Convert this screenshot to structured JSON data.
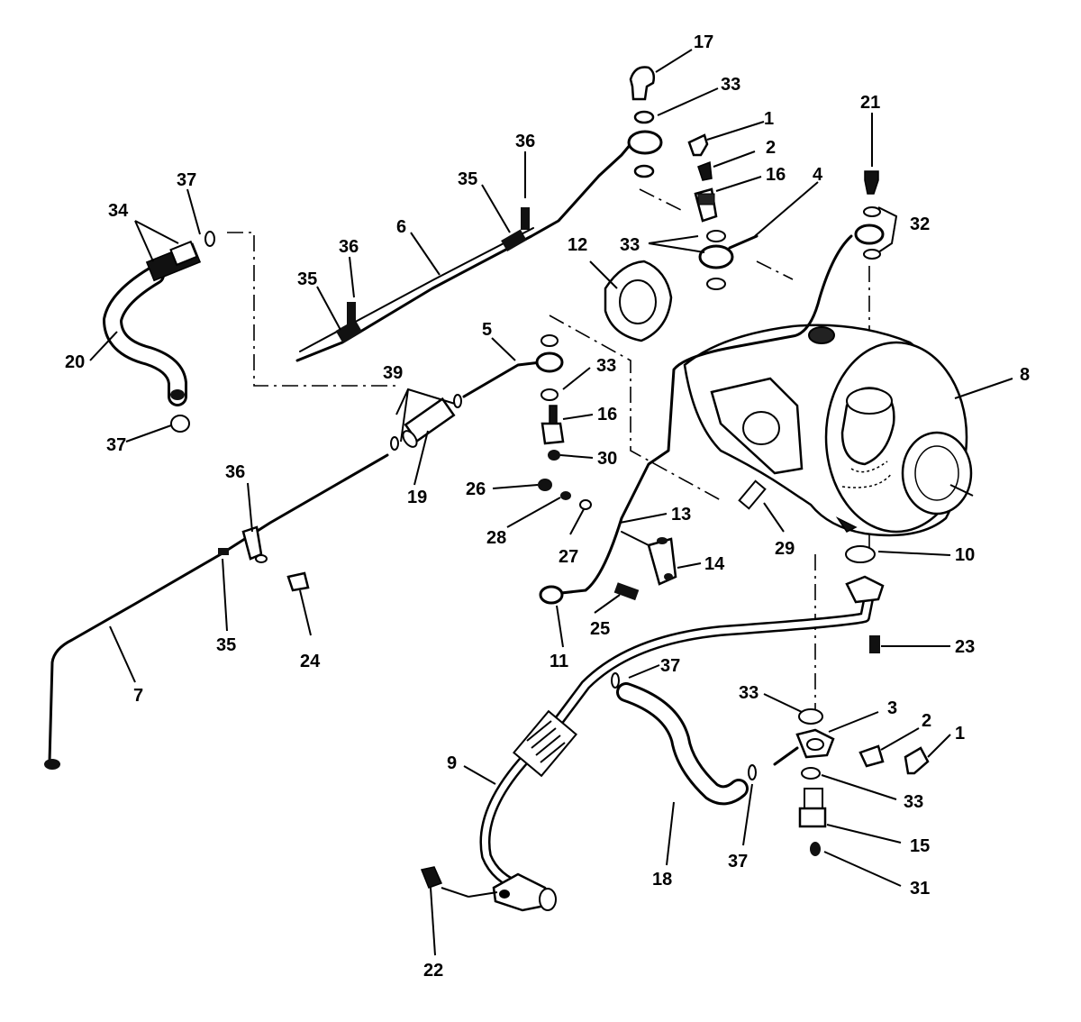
{
  "callouts": [
    {
      "id": "c17",
      "text": "17"
    },
    {
      "id": "c33a",
      "text": "33"
    },
    {
      "id": "c1a",
      "text": "1"
    },
    {
      "id": "c36a",
      "text": "36"
    },
    {
      "id": "c2a",
      "text": "2"
    },
    {
      "id": "c16a",
      "text": "16"
    },
    {
      "id": "c37a",
      "text": "37"
    },
    {
      "id": "c34",
      "text": "34"
    },
    {
      "id": "c35a",
      "text": "35"
    },
    {
      "id": "c4",
      "text": "4"
    },
    {
      "id": "c21",
      "text": "21"
    },
    {
      "id": "c32",
      "text": "32"
    },
    {
      "id": "c33b",
      "text": "33"
    },
    {
      "id": "c36b",
      "text": "36"
    },
    {
      "id": "c6",
      "text": "6"
    },
    {
      "id": "c12",
      "text": "12"
    },
    {
      "id": "c35b",
      "text": "35"
    },
    {
      "id": "c5",
      "text": "5"
    },
    {
      "id": "c20",
      "text": "20"
    },
    {
      "id": "c39",
      "text": "39"
    },
    {
      "id": "c33c",
      "text": "33"
    },
    {
      "id": "c8",
      "text": "8"
    },
    {
      "id": "c16b",
      "text": "16"
    },
    {
      "id": "c37b",
      "text": "37"
    },
    {
      "id": "c19",
      "text": "19"
    },
    {
      "id": "c30",
      "text": "30"
    },
    {
      "id": "c36c",
      "text": "36"
    },
    {
      "id": "c26",
      "text": "26"
    },
    {
      "id": "c13",
      "text": "13"
    },
    {
      "id": "c28",
      "text": "28"
    },
    {
      "id": "c27",
      "text": "27"
    },
    {
      "id": "c29",
      "text": "29"
    },
    {
      "id": "c10",
      "text": "10"
    },
    {
      "id": "c14",
      "text": "14"
    },
    {
      "id": "c35c",
      "text": "35"
    },
    {
      "id": "c24",
      "text": "24"
    },
    {
      "id": "c25",
      "text": "25"
    },
    {
      "id": "c11",
      "text": "11"
    },
    {
      "id": "c23",
      "text": "23"
    },
    {
      "id": "c7",
      "text": "7"
    },
    {
      "id": "c37c",
      "text": "37"
    },
    {
      "id": "c33d",
      "text": "33"
    },
    {
      "id": "c3",
      "text": "3"
    },
    {
      "id": "c2b",
      "text": "2"
    },
    {
      "id": "c1b",
      "text": "1"
    },
    {
      "id": "c9",
      "text": "9"
    },
    {
      "id": "c33e",
      "text": "33"
    },
    {
      "id": "c15",
      "text": "15"
    },
    {
      "id": "c18",
      "text": "18"
    },
    {
      "id": "c37d",
      "text": "37"
    },
    {
      "id": "c31",
      "text": "31"
    },
    {
      "id": "c22",
      "text": "22"
    }
  ]
}
